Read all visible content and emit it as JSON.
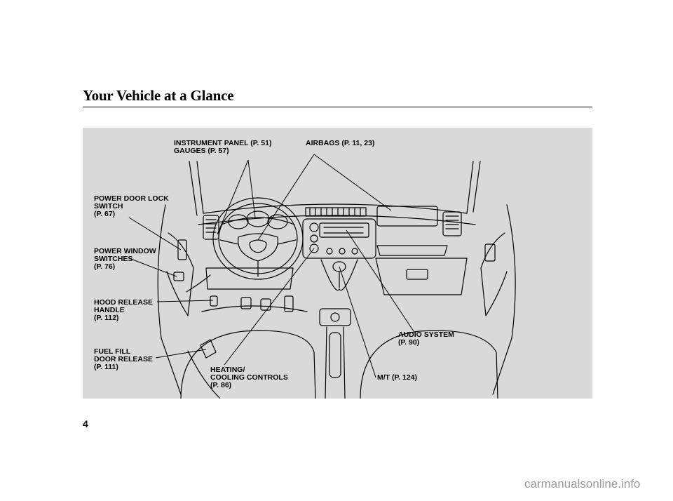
{
  "page": {
    "title": "Your Vehicle at a Glance",
    "page_number": "4",
    "watermark": "carmanualsonline.info"
  },
  "colors": {
    "panel_background": "#d9d9d9",
    "line_art": "#000000",
    "watermark": "#9a9a9a"
  },
  "callouts": {
    "instrument_panel": {
      "line1": "INSTRUMENT PANEL (P. 51)",
      "line2": "GAUGES (P. 57)"
    },
    "airbags": {
      "line1": "AIRBAGS (P. 11, 23)"
    },
    "power_door_lock": {
      "line1": "POWER DOOR LOCK",
      "line2": "SWITCH",
      "line3": "(P. 67)"
    },
    "power_window": {
      "line1": "POWER WINDOW",
      "line2": "SWITCHES",
      "line3": "(P. 76)"
    },
    "hood_release": {
      "line1": "HOOD RELEASE",
      "line2": "HANDLE",
      "line3": "(P. 112)"
    },
    "fuel_fill": {
      "line1": "FUEL FILL",
      "line2": "DOOR RELEASE",
      "line3": "(P. 111)"
    },
    "heating_cooling": {
      "line1": "HEATING/",
      "line2": "COOLING CONTROLS",
      "line3": "(P. 86)"
    },
    "audio_system": {
      "line1": "AUDIO SYSTEM",
      "line2": "(P. 90)"
    },
    "manual_transmission": {
      "line1": "M/T (P. 124)"
    }
  }
}
